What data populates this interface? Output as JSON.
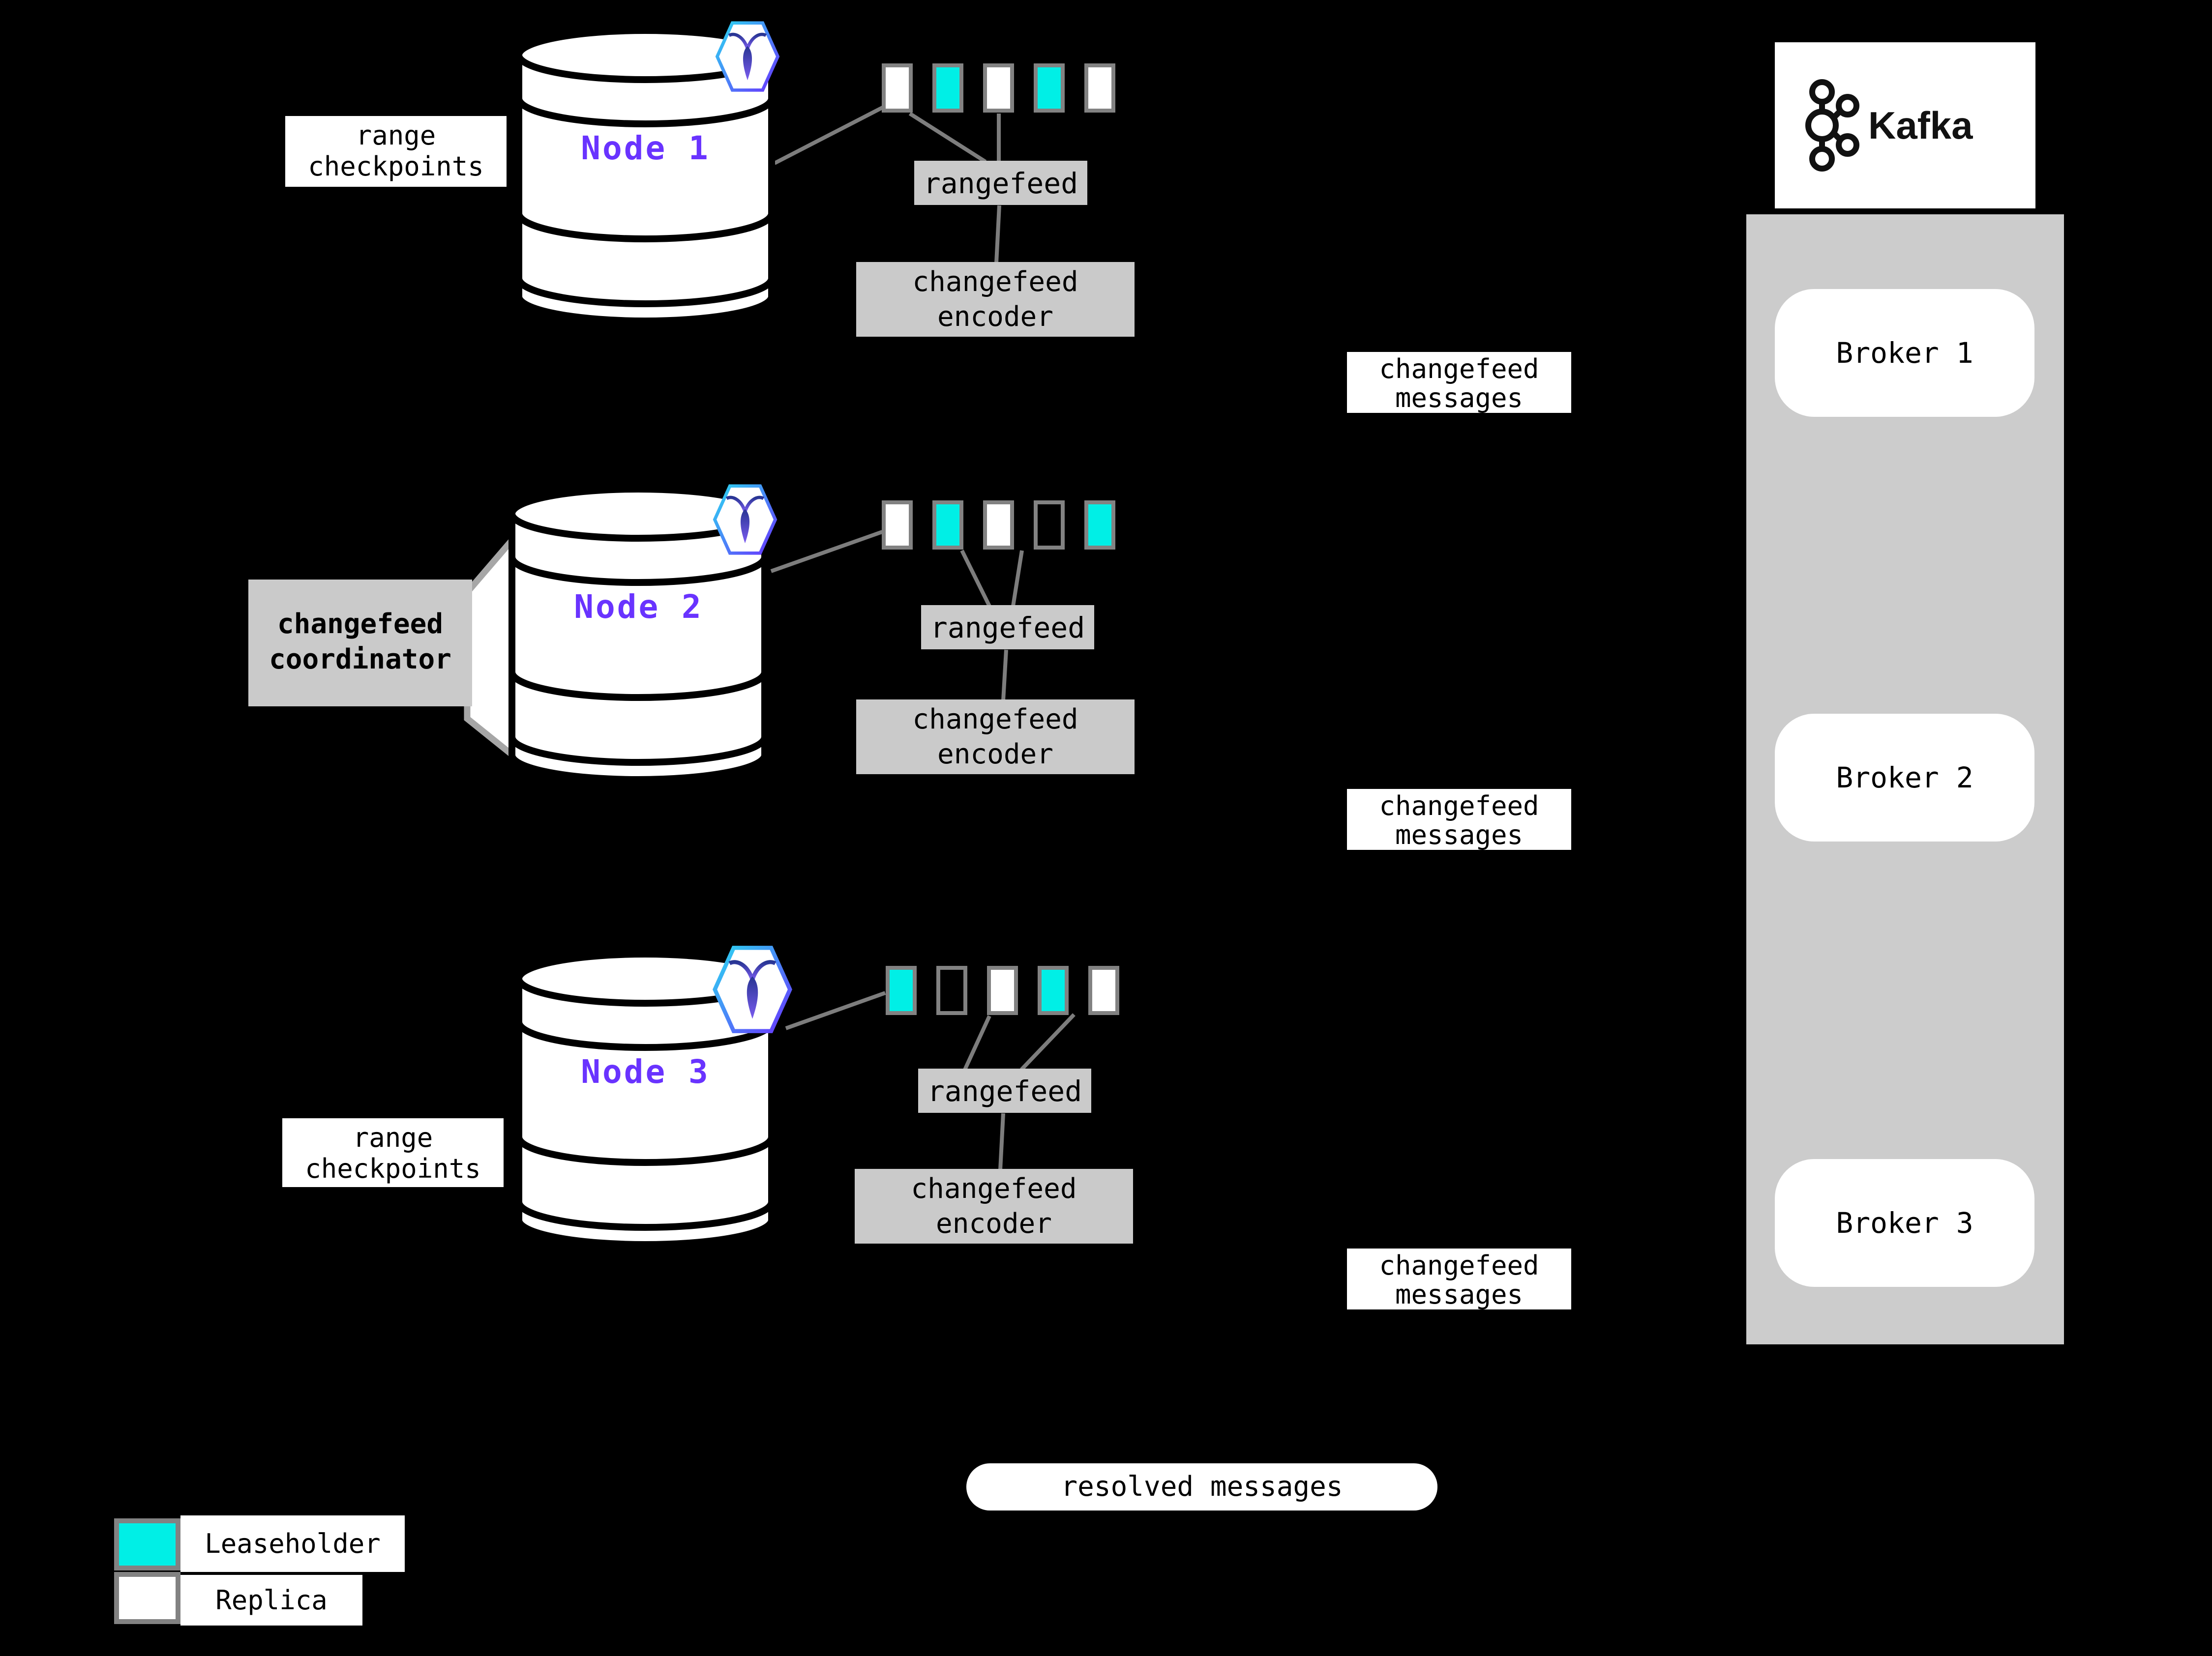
{
  "colors": {
    "background": "#000000",
    "leaseholder": "#00EFE6",
    "replica": "#FFFFFF",
    "panel_gray": "#CCCCCC",
    "box_gray": "#CACACA",
    "line_gray": "#7D7D7D",
    "border_gray": "#828282",
    "node_purple": "#6933FF",
    "text_black": "#000000"
  },
  "nodes": [
    {
      "label": "Node 1",
      "checkpoint_label": "range\ncheckpoints",
      "rangefeed_label": "rangefeed",
      "encoder_label": "changefeed\nencoder",
      "squares": [
        "replica",
        "leaseholder",
        "replica",
        "leaseholder",
        "replica"
      ]
    },
    {
      "label": "Node 2",
      "coordinator_label": "changefeed\ncoordinator",
      "rangefeed_label": "rangefeed",
      "encoder_label": "changefeed\nencoder",
      "squares": [
        "replica",
        "leaseholder",
        "replica",
        "empty",
        "leaseholder"
      ]
    },
    {
      "label": "Node 3",
      "checkpoint_label": "range\ncheckpoints",
      "rangefeed_label": "rangefeed",
      "encoder_label": "changefeed\nencoder",
      "squares": [
        "leaseholder",
        "empty",
        "replica",
        "leaseholder",
        "replica"
      ]
    }
  ],
  "messages": {
    "changefeed": "changefeed\nmessages",
    "resolved": "resolved messages"
  },
  "kafka": {
    "brand": "Kafka",
    "brokers": [
      {
        "label": "Broker 1"
      },
      {
        "label": "Broker 2"
      },
      {
        "label": "Broker 3"
      }
    ]
  },
  "legend": [
    {
      "kind": "leaseholder",
      "label": "Leaseholder"
    },
    {
      "kind": "replica",
      "label": "Replica"
    }
  ]
}
